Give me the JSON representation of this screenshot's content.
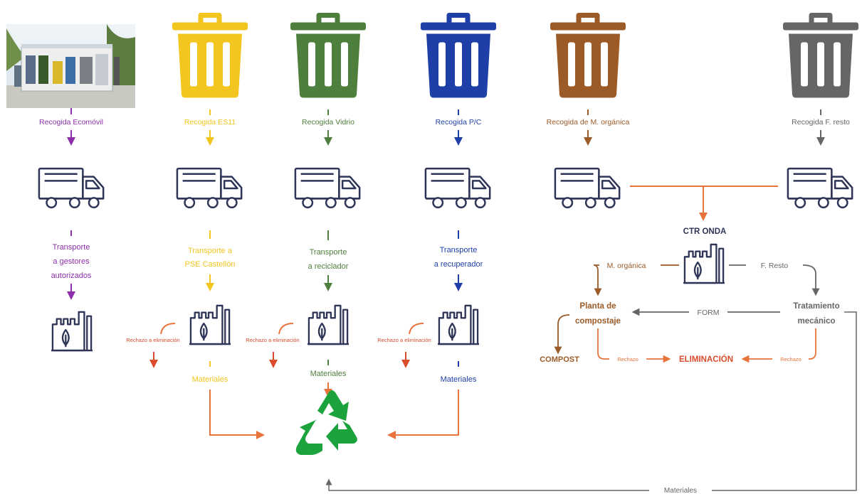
{
  "colors": {
    "purple": "#8e2fad",
    "yellow": "#f2c51f",
    "green": "#4f7f3c",
    "blue": "#1f3fa8",
    "brown": "#9b5a26",
    "gray": "#666666",
    "orange": "#e8733a",
    "red": "#d84b2b",
    "navy": "#2e3557",
    "recycle": "#1ca33d"
  },
  "columns": [
    {
      "id": "ecomovil",
      "bin": "photo",
      "collection": "Recogida Ecomóvil",
      "transport": [
        "Transporte",
        "a gestores",
        "autorizados"
      ],
      "reject": "",
      "materials": ""
    },
    {
      "id": "envases",
      "bin": "yellow-bin",
      "collection": "Recogida ES11",
      "transport": [
        "Transporte a",
        "PSE Castellón"
      ],
      "reject": "Rechazo a eliminación",
      "materials": "Materiales"
    },
    {
      "id": "vidrio",
      "bin": "green-bin",
      "collection": "Recogida Vidrio",
      "transport": [
        "Transporte",
        "a reciclador"
      ],
      "reject": "Rechazo a eliminación",
      "materials": "Materiales"
    },
    {
      "id": "papel",
      "bin": "blue-bin",
      "collection": "Recogida P/C",
      "transport": [
        "Transporte",
        "a recuperador"
      ],
      "reject": "Rechazo a eliminación",
      "materials": "Materiales"
    },
    {
      "id": "organica",
      "bin": "brown-bin",
      "collection": "Recogida de M. orgánica"
    },
    {
      "id": "resto",
      "bin": "gray-bin",
      "collection": "Recogida F. resto"
    }
  ],
  "ctr": {
    "title": "CTR ONDA",
    "left_label": "M. orgánica",
    "right_label": "F. Resto",
    "compost_plant": [
      "Planta de",
      "compostaje"
    ],
    "mechanical": [
      "Tratamiento",
      "mecánico"
    ],
    "form_label": "FORM",
    "compost": "COMPOST",
    "elimination": "ELIMINACIÓN",
    "reject_left": "Rechazo",
    "reject_right": "Rechazo",
    "bottom_materials": "Materiales"
  }
}
